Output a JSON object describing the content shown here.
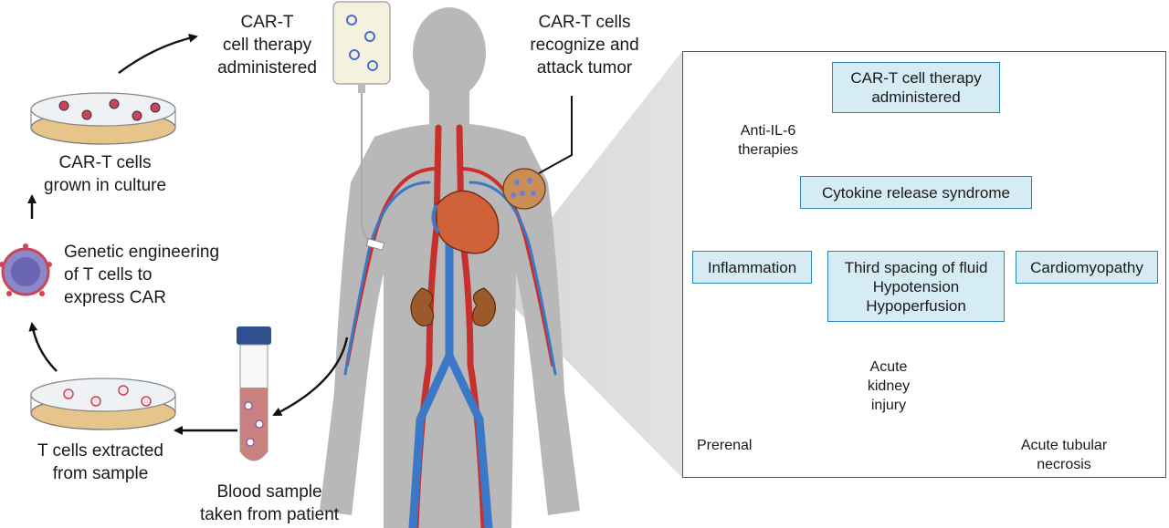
{
  "left_labels": {
    "therapy_administered": [
      "CAR-T",
      "cell therapy",
      "administered"
    ],
    "grown_in_culture": [
      "CAR-T cells",
      "grown in culture"
    ],
    "genetic_engineering": [
      "Genetic engineering",
      "of T cells to",
      "express CAR"
    ],
    "extracted": [
      "T cells extracted",
      "from sample"
    ],
    "blood_sample": [
      "Blood sample",
      "taken from patient"
    ],
    "recognize_attack": [
      "CAR-T cells",
      "recognize and",
      "attack tumor"
    ]
  },
  "panel": {
    "top_box": [
      "CAR-T cell therapy",
      "administered"
    ],
    "anti_il6": [
      "Anti-IL-6",
      "therapies"
    ],
    "crs": "Cytokine release syndrome",
    "inflammation": "Inflammation",
    "third_spacing": [
      "Third spacing of fluid",
      "Hypotension",
      "Hypoperfusion"
    ],
    "cardiomyopathy": "Cardiomyopathy",
    "aki": [
      "Acute",
      "kidney",
      "injury"
    ],
    "prerenal": "Prerenal",
    "atn": [
      "Acute tubular",
      "necrosis"
    ]
  },
  "colors": {
    "box_fill": "#d6ecf5",
    "box_border": "#2a86b0",
    "arrow_blue": "#1d7fb0",
    "block_red": "#cc1f1f",
    "gradient_end": "#c0404a",
    "body_gray": "#b8b8b8"
  },
  "icons": [
    "cross-mark-icon",
    "lightning-icon",
    "kidney-icon",
    "car-t-cell-icon",
    "petri-dish-icon",
    "iv-bag-icon",
    "blood-tube-icon",
    "heart-icon",
    "tumor-icon"
  ]
}
